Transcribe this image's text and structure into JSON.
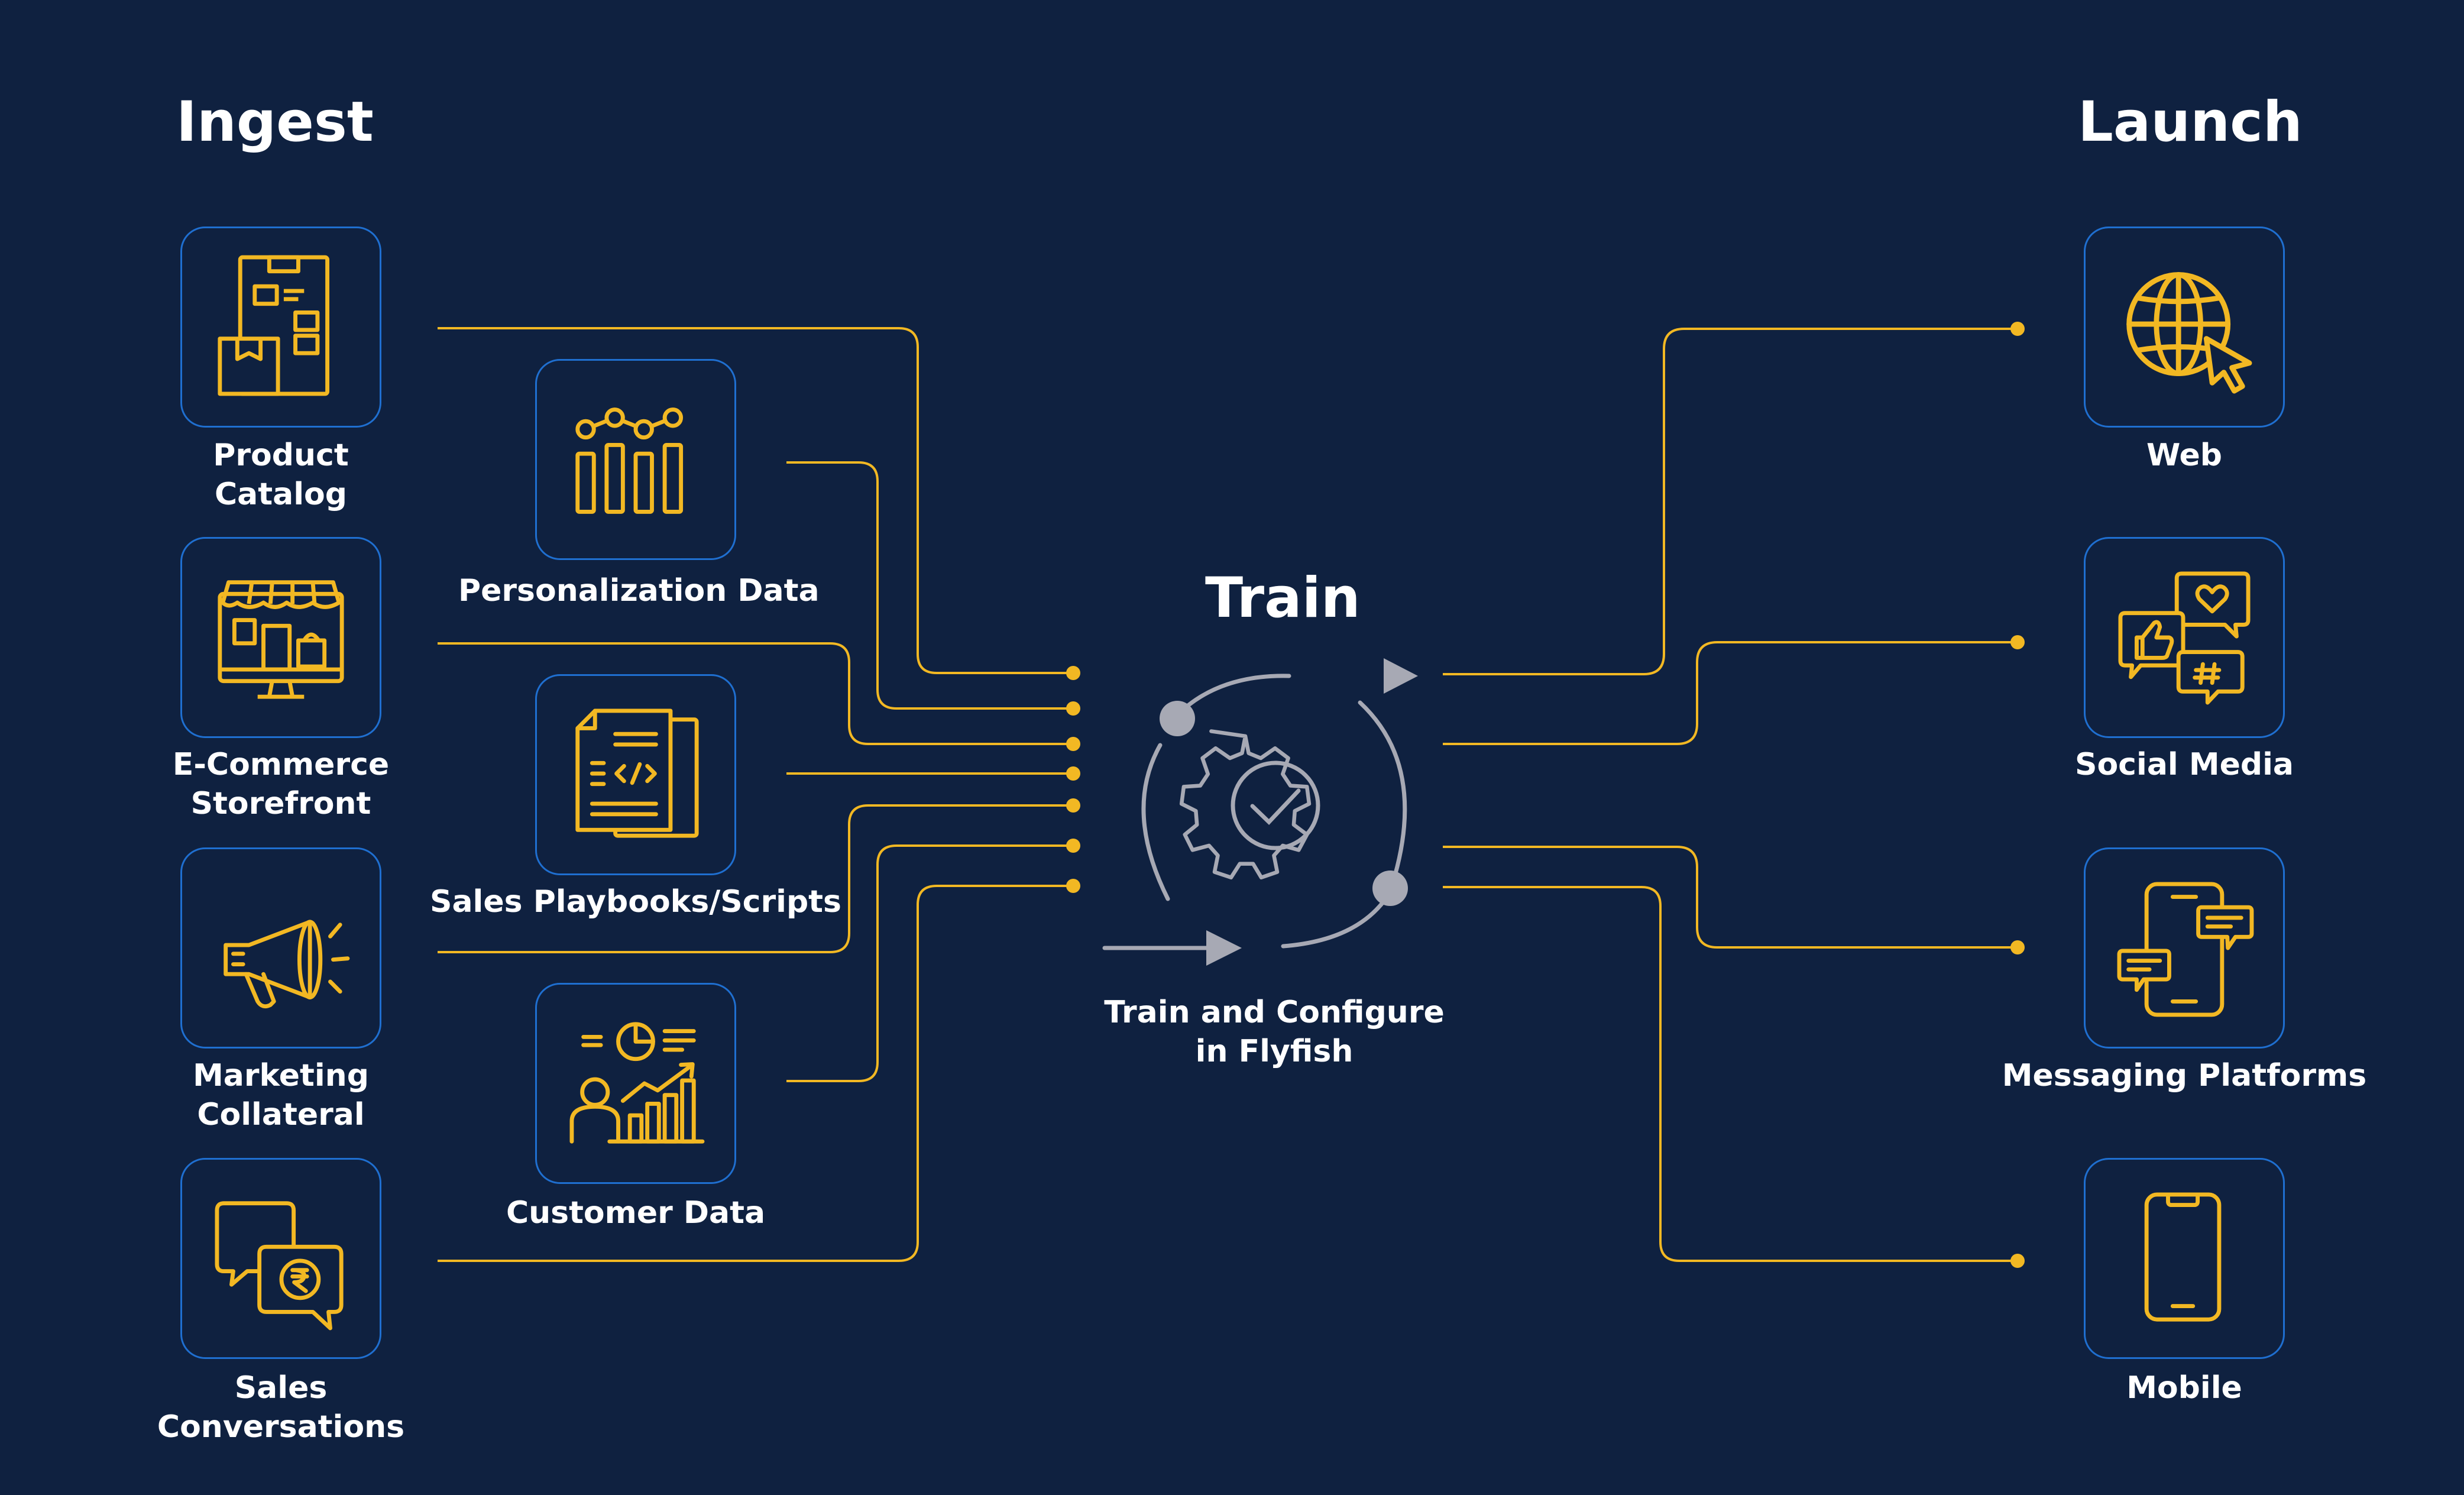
{
  "colors": {
    "background": "#0f2140",
    "node_border": "#1f6fd0",
    "accent": "#f2b823",
    "text": "#ffffff",
    "train_icon": "#a7a9b4"
  },
  "headings": {
    "ingest": "Ingest",
    "train": "Train",
    "launch": "Launch"
  },
  "ingest_sources": [
    {
      "icon": "product-catalog-icon",
      "label_lines": [
        "Product",
        "Catalog"
      ]
    },
    {
      "icon": "storefront-icon",
      "label_lines": [
        "E-Commerce",
        "Storefront"
      ]
    },
    {
      "icon": "megaphone-icon",
      "label_lines": [
        "Marketing",
        "Collateral"
      ]
    },
    {
      "icon": "chat-rupee-icon",
      "label_lines": [
        "Sales",
        "Conversations"
      ]
    }
  ],
  "ingest_data": [
    {
      "icon": "analytics-chart-icon",
      "label": "Personalization Data"
    },
    {
      "icon": "documents-code-icon",
      "label": "Sales Playbooks/Scripts"
    },
    {
      "icon": "customer-growth-icon",
      "label": "Customer Data"
    }
  ],
  "train": {
    "icon": "gear-cycle-icon",
    "caption_lines": [
      "Train and Configure",
      "in Flyfish"
    ]
  },
  "launch_channels": [
    {
      "icon": "globe-cursor-icon",
      "label": "Web"
    },
    {
      "icon": "social-bubbles-icon",
      "label": "Social Media"
    },
    {
      "icon": "phone-chat-icon",
      "label": "Messaging Platforms"
    },
    {
      "icon": "mobile-icon",
      "label": "Mobile"
    }
  ]
}
